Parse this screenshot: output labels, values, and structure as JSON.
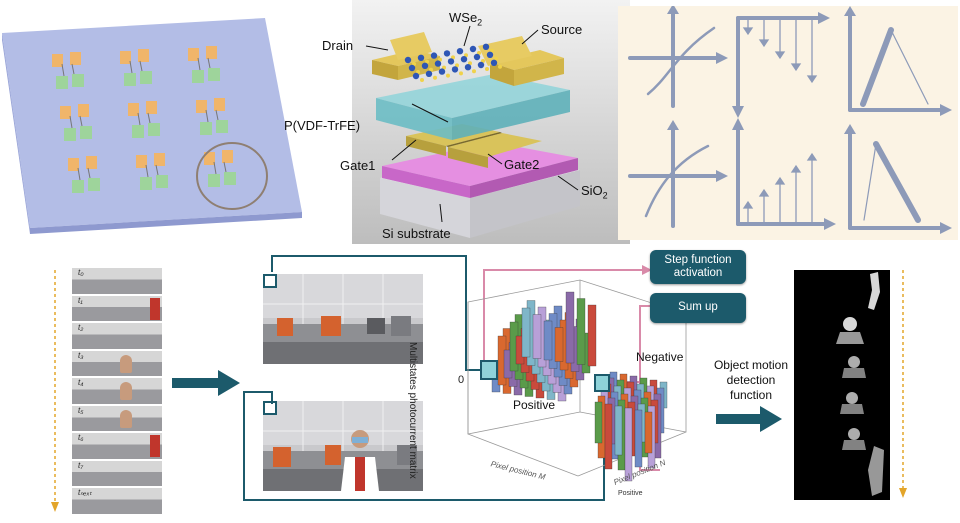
{
  "device": {
    "labels": {
      "drain": "Drain",
      "wse2": "WSe",
      "wse2_sub": "2",
      "source": "Source",
      "pvdf": "P(VDF-TrFE)",
      "gate1": "Gate1",
      "gate2": "Gate2",
      "sio2": "SiO",
      "sio2_sub": "2",
      "si": "Si substrate"
    }
  },
  "frames": {
    "time_labels": [
      "t₀",
      "t₁",
      "t₂",
      "t₃",
      "t₄",
      "t₅",
      "t₆",
      "t₇",
      "tₙₑₓₜ"
    ]
  },
  "plot": {
    "ylabel": "Multistates photocurrent matrix",
    "zero": "0",
    "positive": "Positive",
    "negative": "Negative",
    "xlabel_m": "Pixel position M",
    "xlabel_n": "Pixel position N",
    "small_positive": "Positive"
  },
  "buttons": {
    "step": "Step function activation",
    "sum": "Sum up"
  },
  "omd": {
    "text": "Object motion detection function"
  },
  "colors": {
    "accent": "#1c5a6b",
    "pink": "#d98aa9",
    "bar_colors": [
      "#6f8bc6",
      "#d9682f",
      "#8a6aa8",
      "#5a9b4a",
      "#c94a3c",
      "#7fb6c9",
      "#b8a0d8"
    ]
  }
}
